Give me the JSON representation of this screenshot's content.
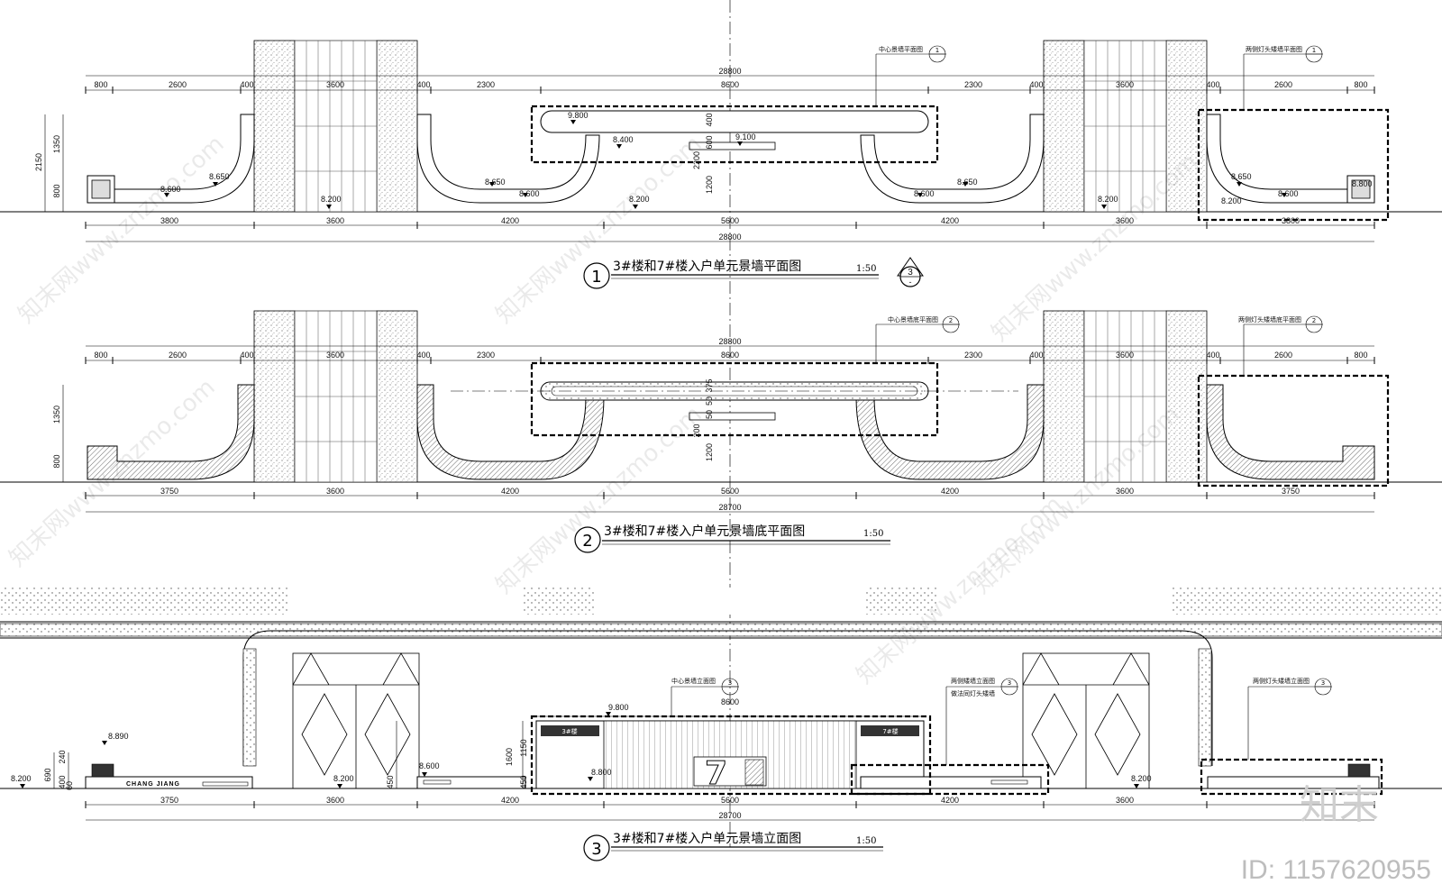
{
  "plan1": {
    "title": "3#楼和7#楼入户单元景墙平面图",
    "scale": "1:50",
    "number": "1",
    "ref_top": "3",
    "ref_bottom": "-",
    "center_label": "中心景墙平面图",
    "side_label": "两侧灯头矮墙平面图",
    "ref_num": "1",
    "total": "28800",
    "top_dims": [
      "800",
      "2600",
      "400",
      "3600",
      "400",
      "2300",
      "8600",
      "2300",
      "400",
      "3600",
      "400",
      "2600",
      "800"
    ],
    "bottom_dims": [
      "3800",
      "3600",
      "4200",
      "5600",
      "4200",
      "3600",
      "3800"
    ],
    "left_dims": [
      "2150",
      "1350",
      "800"
    ],
    "mid_dims": [
      "400",
      "600",
      "2200",
      "1200"
    ],
    "elevations": [
      "9.800",
      "9.100",
      "8.400",
      "8.650",
      "8.600",
      "8.200",
      "8.650",
      "8.600",
      "8.200",
      "8.650",
      "8.600",
      "8.200",
      "8.650",
      "8.600",
      "8.200",
      "8.800"
    ]
  },
  "plan2": {
    "title": "3#楼和7#楼入户单元景墙底平面图",
    "scale": "1:50",
    "number": "2",
    "center_label": "中心景墙底平面图",
    "side_label": "两侧灯头矮墙底平面图",
    "ref_num": "2",
    "total_top": "28800",
    "total_bottom": "28700",
    "top_dims": [
      "800",
      "2600",
      "400",
      "3600",
      "400",
      "2300",
      "8600",
      "2300",
      "400",
      "3600",
      "400",
      "2600",
      "800"
    ],
    "bottom_dims": [
      "3750",
      "3600",
      "4200",
      "5600",
      "4200",
      "3600",
      "3750"
    ],
    "left_dims": [
      "1350",
      "800"
    ],
    "mid_dims": [
      "375",
      "50",
      "50",
      "200",
      "1200"
    ]
  },
  "elev3": {
    "title": "3#楼和7#楼入户单元景墙立面图",
    "scale": "1:50",
    "number": "3",
    "center_label": "中心景墙立面图",
    "side_label_a": "两侧矮墙立面图",
    "side_label_a2": "做法同灯头矮墙",
    "side_label_b": "两侧灯头矮墙立面图",
    "ref_num": "3",
    "total": "28700",
    "center_dim": "8600",
    "bottom_dims": [
      "3750",
      "3600",
      "4200",
      "5600",
      "4200",
      "3600"
    ],
    "left_dims": [
      "240",
      "690",
      "400",
      "60"
    ],
    "mid_dims": [
      "1600",
      "1150",
      "450",
      "450"
    ],
    "elevations": [
      "8.890",
      "8.200",
      "8.200",
      "8.600",
      "8.800",
      "9.800",
      "8.200"
    ],
    "brand": "CHANG JIANG",
    "sign_left": "3#楼",
    "sign_right": "7#楼",
    "big_number": "7"
  },
  "watermark": {
    "text": "知末网www.znzmo.com",
    "logo": "知末",
    "id": "ID: 1157620955"
  }
}
